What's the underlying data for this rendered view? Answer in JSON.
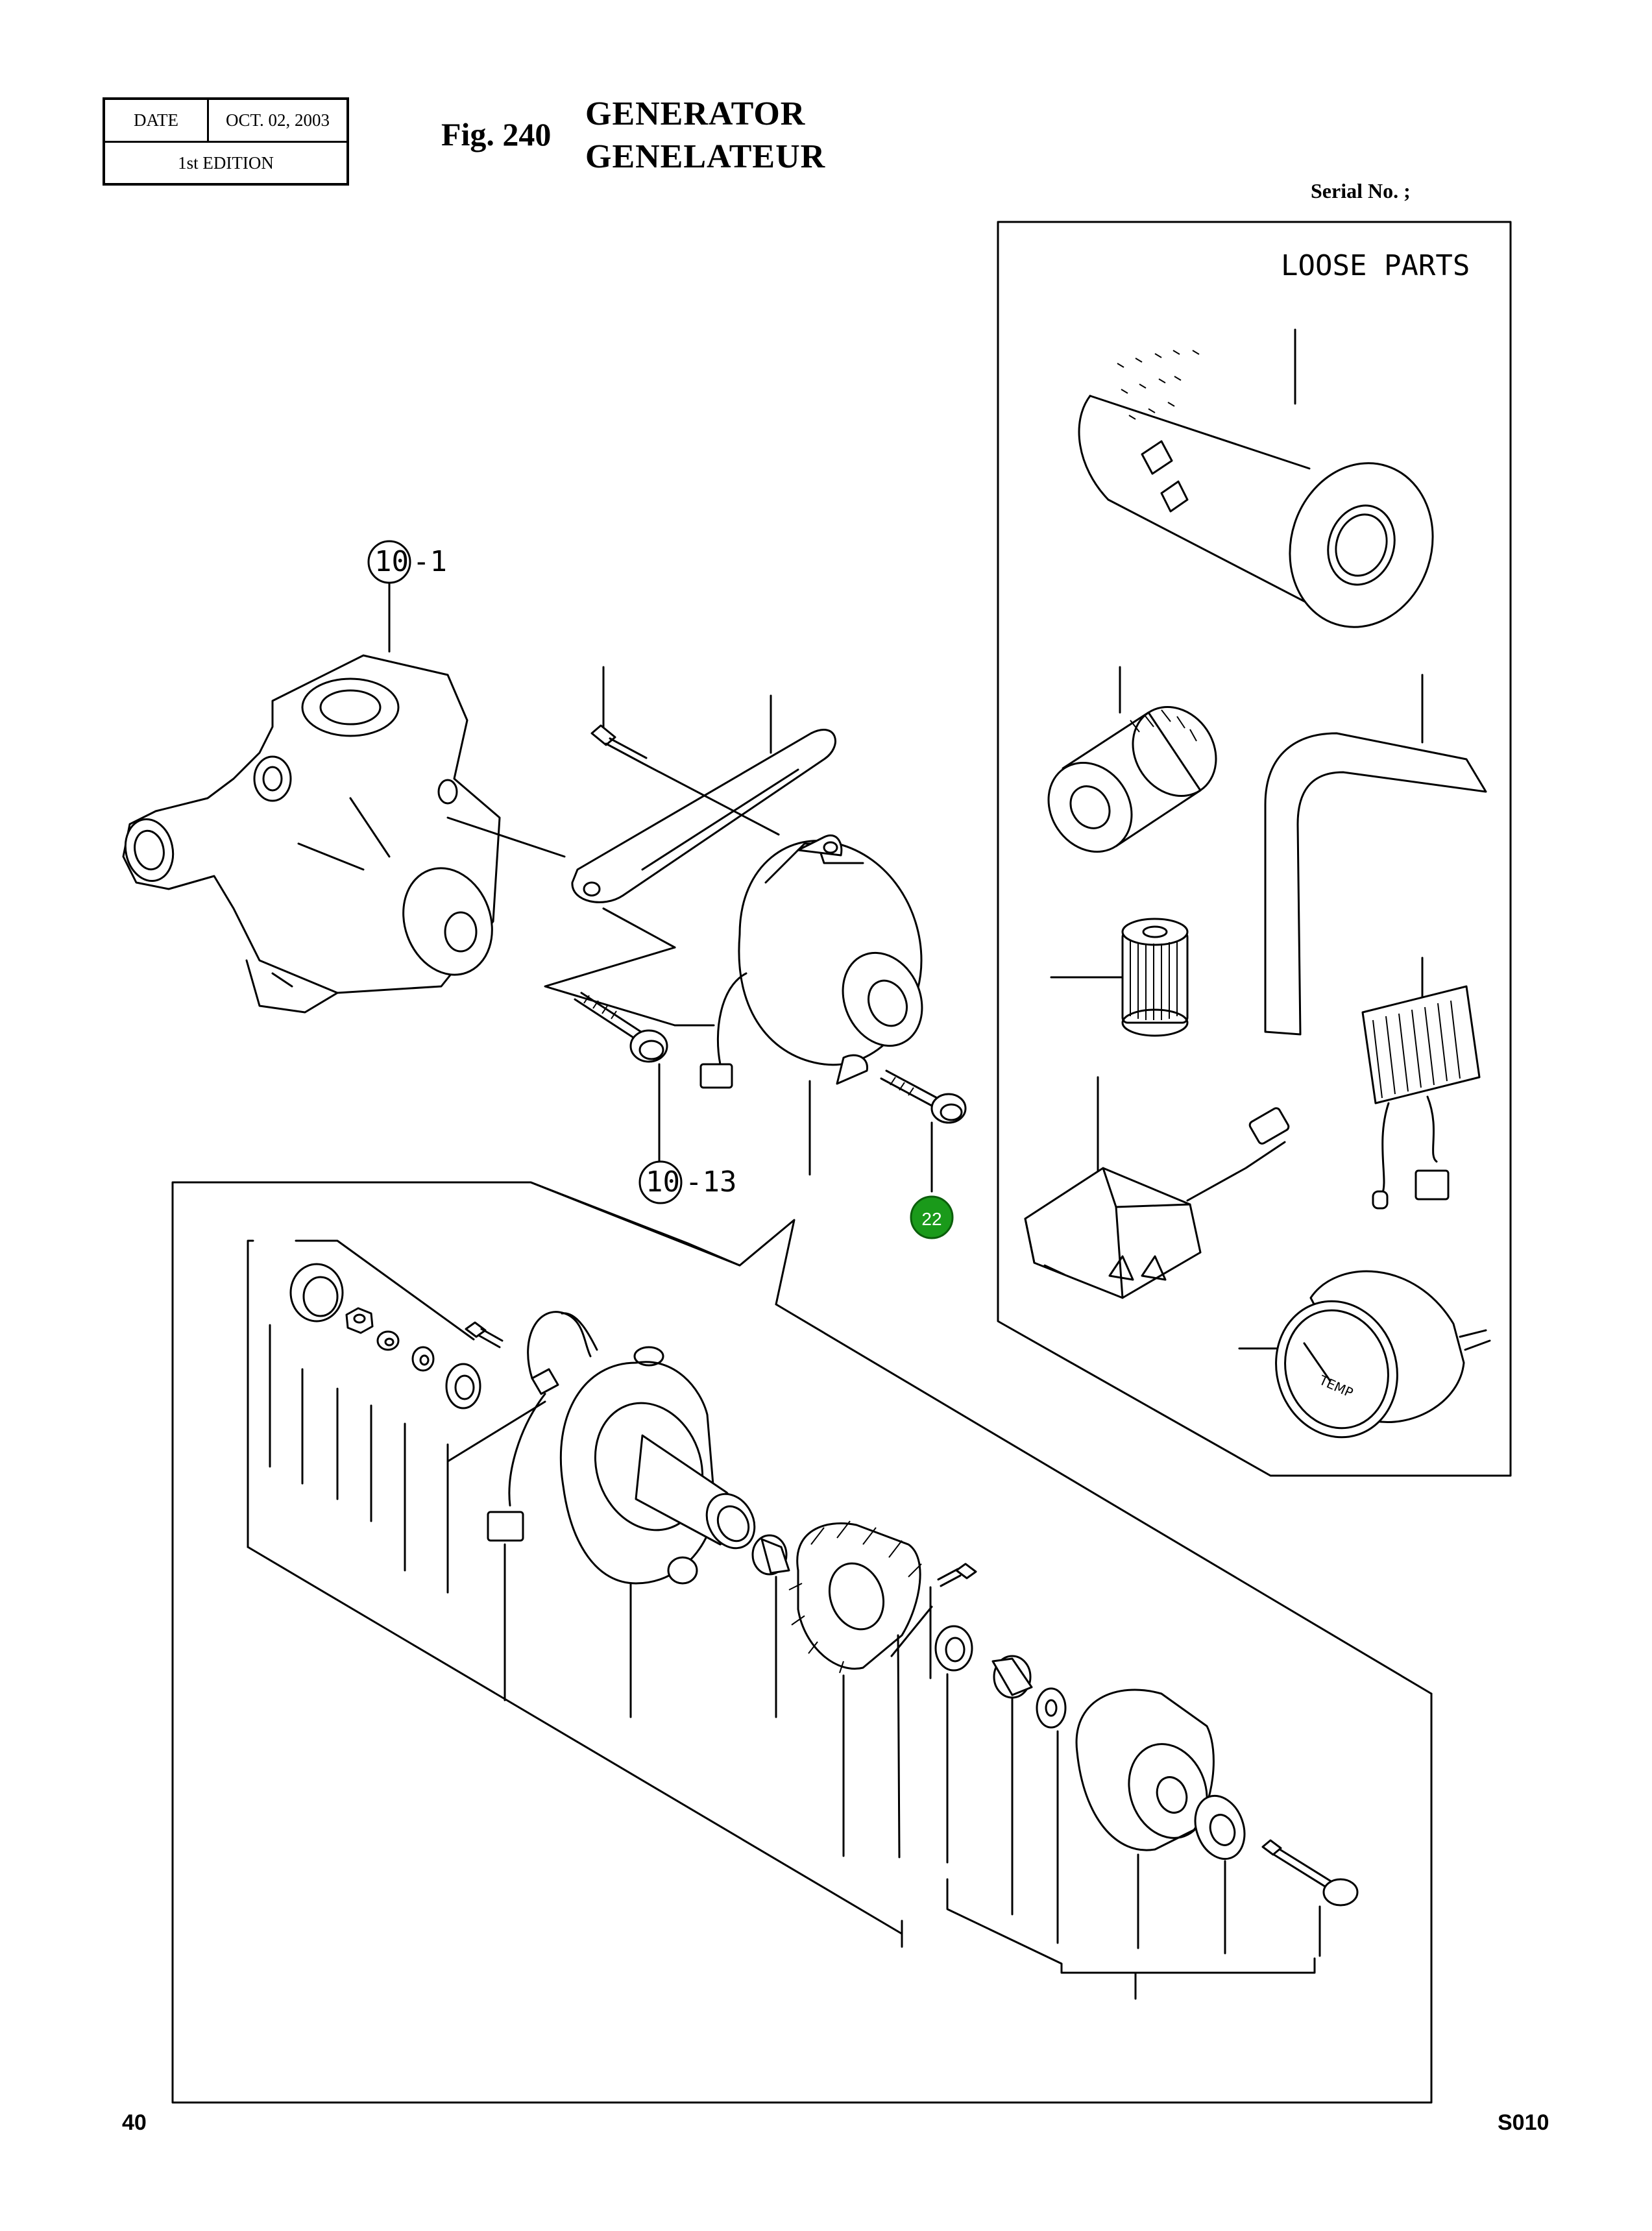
{
  "header": {
    "date_label": "DATE",
    "date_value": "OCT. 02, 2003",
    "edition": "1st EDITION",
    "figure": "Fig. 240",
    "title_en": "GENERATOR",
    "title_fr": "GENELATEUR",
    "serial": "Serial No. ;"
  },
  "diagram": {
    "loose_parts_label": "LOOSE PARTS",
    "ref_upper": {
      "circle": "10",
      "suffix": "-1"
    },
    "ref_lower": {
      "circle": "10",
      "suffix": "-13"
    },
    "callout": {
      "number": "22",
      "color": "#1a9a1a"
    },
    "gauge_text": "TEMP"
  },
  "footer": {
    "page_number": "40",
    "code": "S010"
  }
}
